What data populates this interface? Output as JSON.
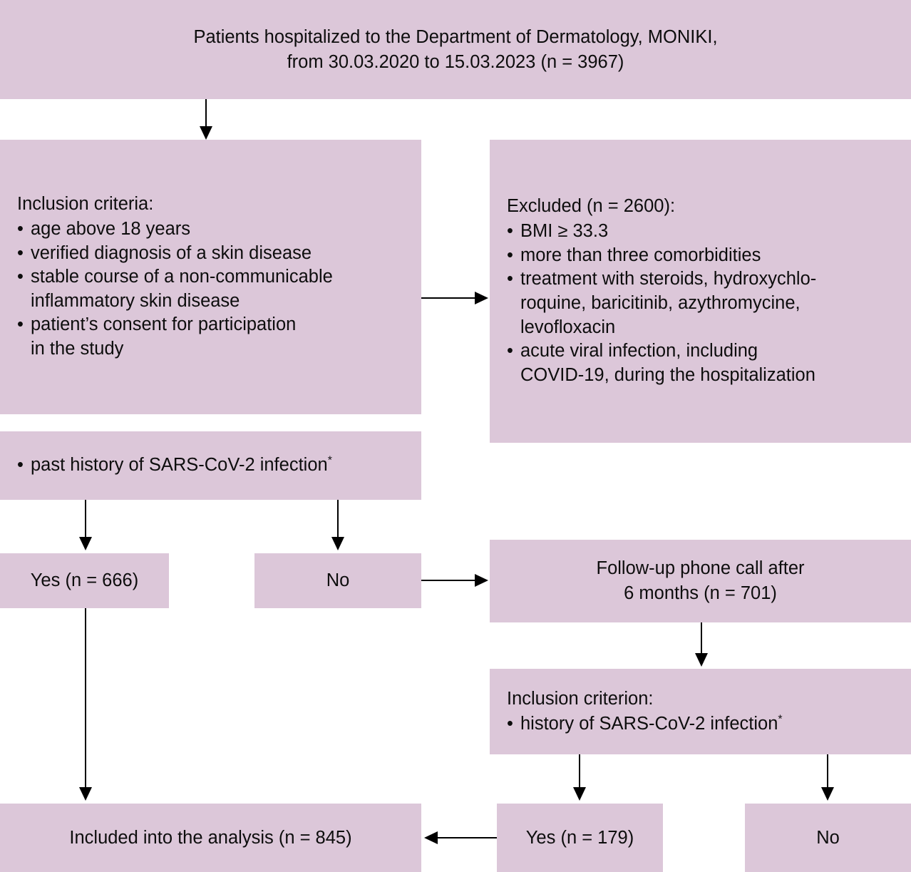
{
  "colors": {
    "box_fill": "#dcc7d9",
    "text": "#0d0d0d",
    "connector": "#000000",
    "background": "#ffffff"
  },
  "boxes": {
    "hospitalized": {
      "line1": "Patients hospitalized to the Department of Dermatology, MONIKI,",
      "line2": "from 30.03.2020 to 15.03.2023 (n = 3967)"
    },
    "inclusion_criteria": {
      "heading": "Inclusion criteria:",
      "items": [
        "age above 18 years",
        "verified diagnosis of a skin disease",
        "stable course of a non-communicable\ninflammatory skin disease",
        "patient’s consent for participation\nin the study"
      ]
    },
    "past_history": {
      "bullet": "past history of SARS-CoV-2 infection",
      "footnote_marker": "*"
    },
    "excluded": {
      "heading": "Excluded (n = 2600):",
      "items": [
        "BMI ≥ 33.3",
        "more than three comorbidities",
        "treatment with steroids, hydroxychlo-\nroquine, baricitinib, azythromycine,\nlevofloxacin",
        "acute viral infection, including\nCOVID-19, during the hospitalization"
      ]
    },
    "yes_666": {
      "label": "Yes (n = 666)"
    },
    "no_left": {
      "label": "No"
    },
    "followup": {
      "line1": "Follow-up phone call after",
      "line2": "6 months (n = 701)"
    },
    "inclusion_criterion": {
      "heading": "Inclusion criterion:",
      "bullet": "history of SARS-CoV-2 infection",
      "footnote_marker": "*"
    },
    "included": {
      "label": "Included into the analysis (n = 845)"
    },
    "yes_179": {
      "label": "Yes (n = 179)"
    },
    "no_right": {
      "label": "No"
    }
  }
}
